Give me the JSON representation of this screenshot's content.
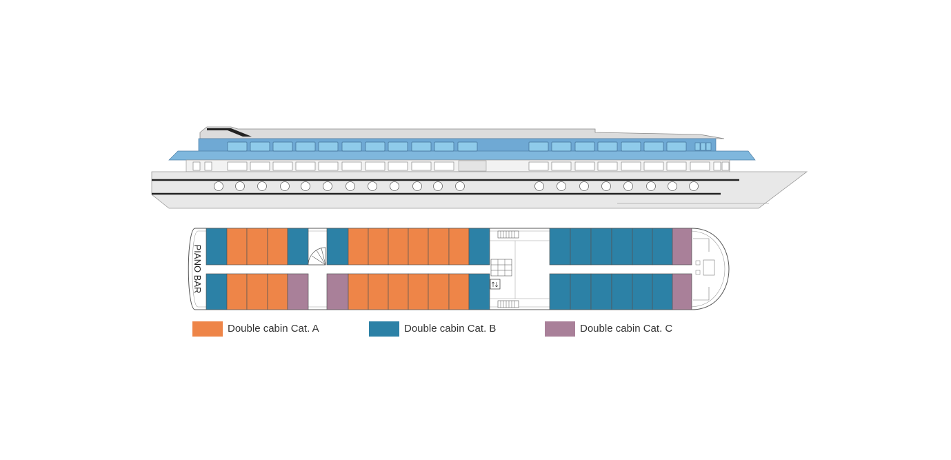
{
  "colors": {
    "cat_a": "#EE8548",
    "cat_b": "#2C81A6",
    "cat_c": "#A98099",
    "hull": "#E8E8E8",
    "window_blue": "#8FCBEA",
    "deck_blue": "#6FA9D4"
  },
  "deck_plan": {
    "piano_bar_label": "PIANO BAR",
    "top_row": [
      "B",
      "A",
      "A",
      "A",
      "B",
      "gap",
      "B",
      "A",
      "A",
      "A",
      "A",
      "A",
      "A",
      "B",
      "gap",
      "B",
      "B",
      "B",
      "B",
      "B",
      "B",
      "C"
    ],
    "bottom_row": [
      "B",
      "A",
      "A",
      "A",
      "C",
      "gap",
      "C",
      "A",
      "A",
      "A",
      "A",
      "A",
      "A",
      "B",
      "gap",
      "B",
      "B",
      "B",
      "B",
      "B",
      "B",
      "C"
    ]
  },
  "legend": [
    {
      "label": "Double cabin Cat. A",
      "category": "cat_a"
    },
    {
      "label": "Double cabin Cat. B",
      "category": "cat_b"
    },
    {
      "label": "Double cabin Cat. C",
      "category": "cat_c"
    }
  ]
}
